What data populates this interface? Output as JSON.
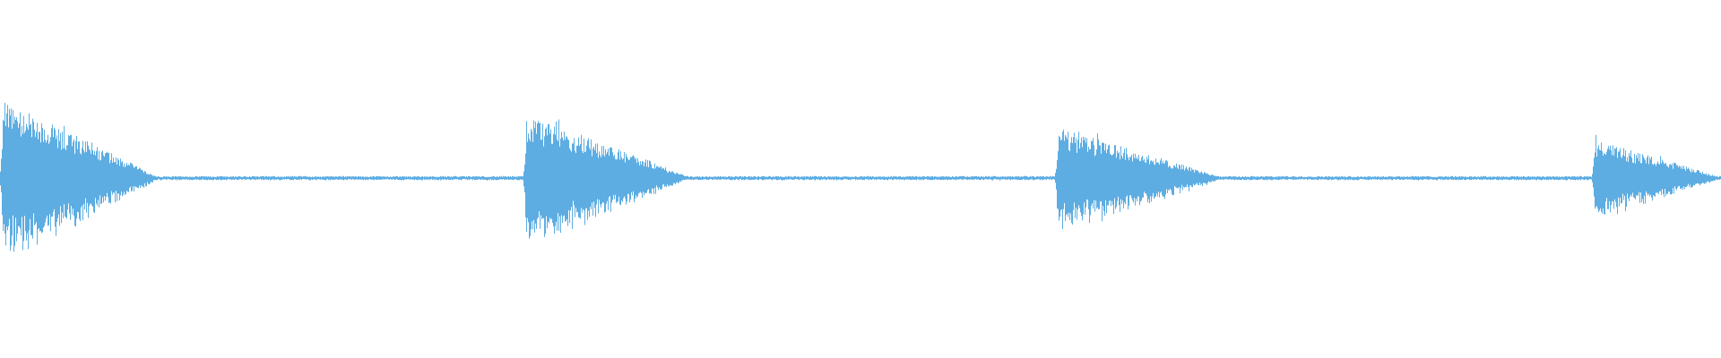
{
  "waveform": {
    "color": "#5dade2",
    "background": "#ffffff",
    "hits": [
      {
        "onset": 0.0,
        "peak": 0.95,
        "decay_end": 0.092
      },
      {
        "onset": 0.304,
        "peak": 0.78,
        "decay_end": 0.4
      },
      {
        "onset": 0.613,
        "peak": 0.62,
        "decay_end": 0.71
      },
      {
        "onset": 0.925,
        "peak": 0.47,
        "decay_end": 1.0
      }
    ],
    "noise_floor": 0.018
  }
}
